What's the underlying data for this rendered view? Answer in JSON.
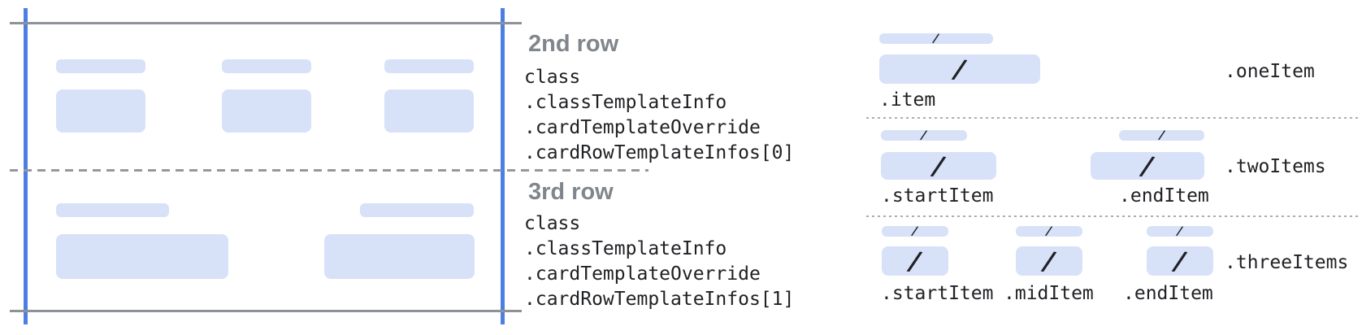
{
  "middle": {
    "row2": {
      "heading": "2nd row",
      "lines": [
        "class",
        ".classTemplateInfo",
        ".cardTemplateOverride",
        ".cardRowTemplateInfos[0]"
      ]
    },
    "row3": {
      "heading": "3rd row",
      "lines": [
        "class",
        ".classTemplateInfo",
        ".cardTemplateOverride",
        ".cardRowTemplateInfos[1]"
      ]
    }
  },
  "right": {
    "sections": [
      {
        "variant": ".oneItem",
        "items": [
          ".item"
        ]
      },
      {
        "variant": ".twoItems",
        "items": [
          ".startItem",
          ".endItem"
        ]
      },
      {
        "variant": ".threeItems",
        "items": [
          ".startItem",
          ".midItem",
          ".endItem"
        ]
      }
    ]
  },
  "icons": {
    "slash": "/"
  },
  "colors": {
    "card_edge_blue": "#4d7fe3",
    "frame_line_gray": "#8e9297",
    "dashed_line_gray": "#95999d",
    "dotted_line_gray": "#aaadb2",
    "placeholder_fill": "#d7e1f8",
    "heading_gray": "#80868b",
    "code_text": "#202124"
  }
}
